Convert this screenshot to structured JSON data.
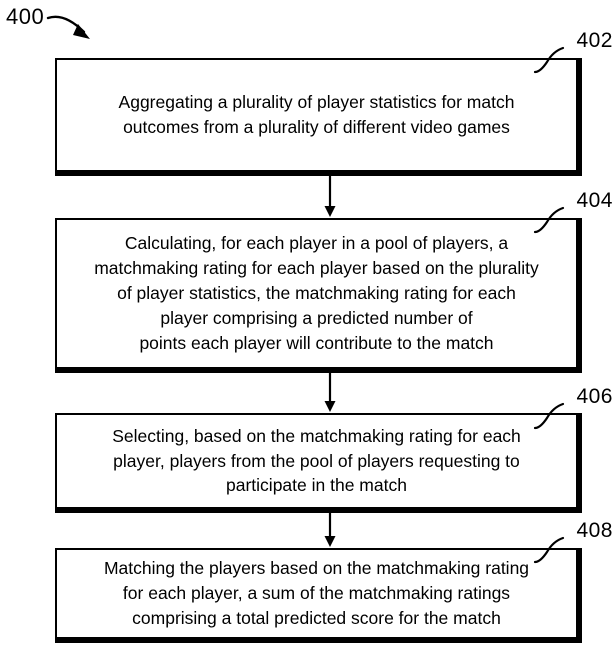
{
  "figure": {
    "number": "400",
    "arrow_icon": "curved-arrow-icon"
  },
  "steps": [
    {
      "ref": "402",
      "text": "Aggregating a plurality of player statistics for match\noutcomes from a plurality of different video games"
    },
    {
      "ref": "404",
      "text": "Calculating, for each player in a pool of players, a\nmatchmaking rating for each player based on the plurality\nof player statistics, the matchmaking rating for each\nplayer comprising a predicted number of\npoints each player will contribute to the match"
    },
    {
      "ref": "406",
      "text": "Selecting, based on the matchmaking rating for each\nplayer, players from the pool of players requesting to\nparticipate in the match"
    },
    {
      "ref": "408",
      "text": "Matching the players based on the matchmaking rating\nfor each player, a sum of the matchmaking ratings\ncomprising a total predicted score for the match"
    }
  ],
  "connectors": [
    {
      "icon": "down-arrow-icon",
      "from": "402",
      "to": "404"
    },
    {
      "icon": "down-arrow-icon",
      "from": "404",
      "to": "406"
    },
    {
      "icon": "down-arrow-icon",
      "from": "406",
      "to": "408"
    }
  ],
  "colors": {
    "stroke": "#000000",
    "background": "#ffffff"
  }
}
